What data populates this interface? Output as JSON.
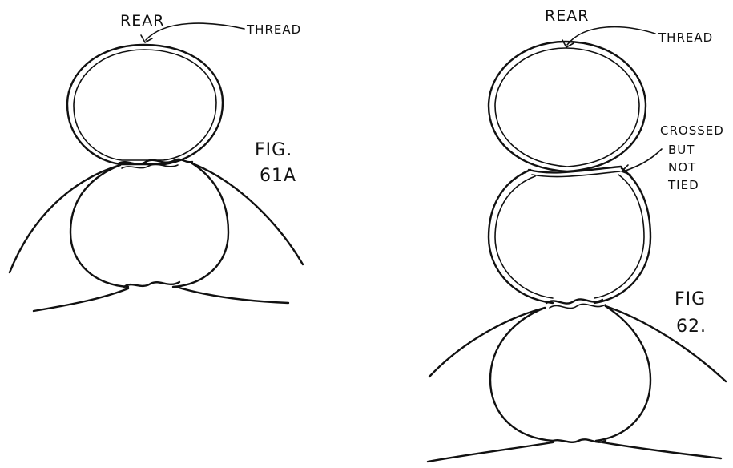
{
  "figures": [
    {
      "id": "fig-61a",
      "rear_label": "REAR",
      "thread_label": "THREAD",
      "fig_label_line1": "FIG.",
      "fig_label_line2": "61A"
    },
    {
      "id": "fig-62",
      "rear_label": "REAR",
      "thread_label": "THREAD",
      "crossed_note": [
        "CROSSED",
        "BUT",
        "NOT",
        "TIED"
      ],
      "fig_label_line1": "FIG",
      "fig_label_line2": "62."
    }
  ]
}
